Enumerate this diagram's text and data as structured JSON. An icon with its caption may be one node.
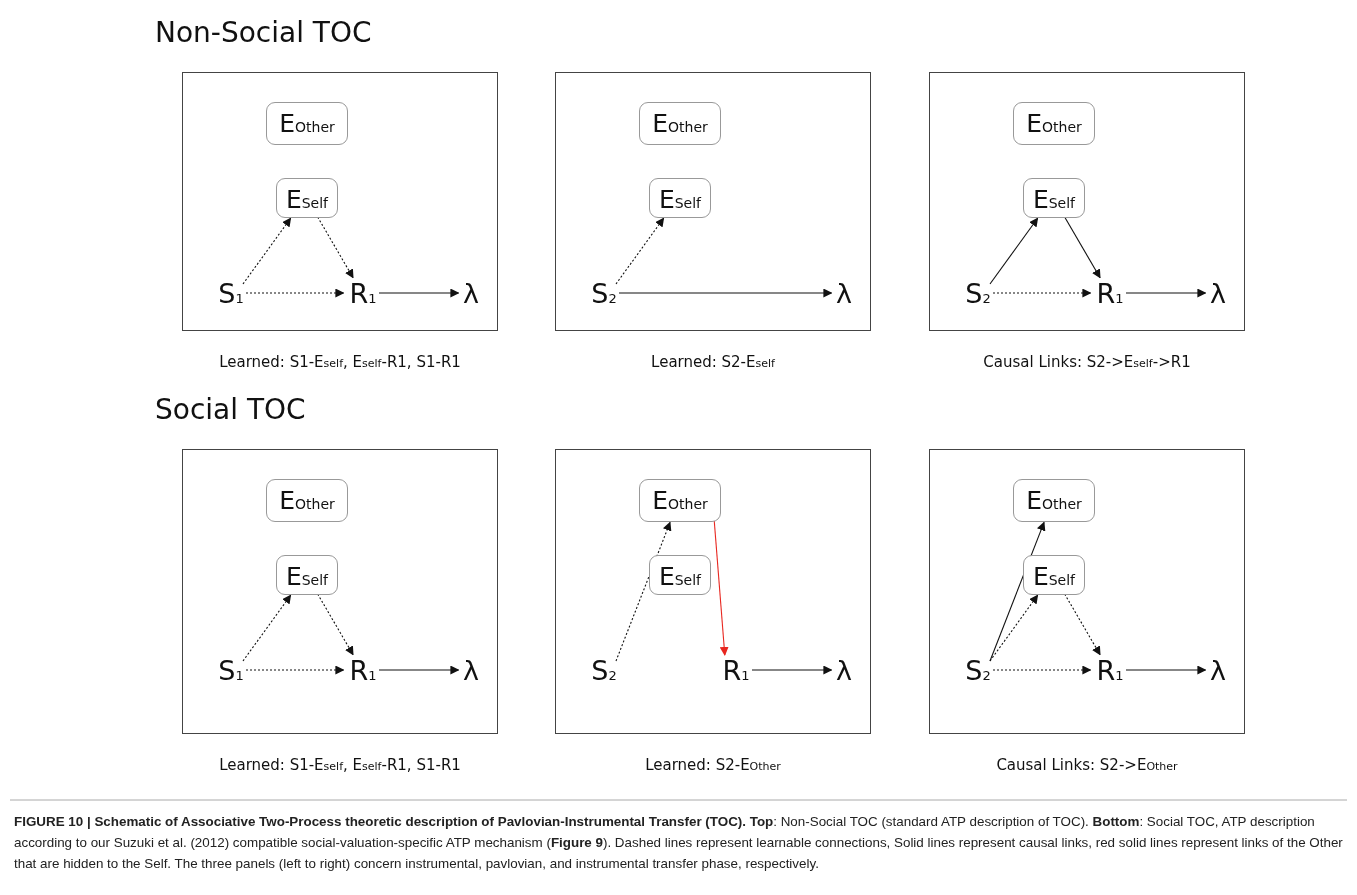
{
  "diagram": {
    "caption": "**FIGURE 10 | Schematic of Associative Two-Process theoretic description of Pavlovian-Instrumental Transfer (TOC). Top**: Non-Social TOC (standard ATP description of TOC). **Bottom**: Social TOC, ATP description according to our Suzuki et al. (2012) compatible social-valuation-specific ATP mechanism (**Figure 9**). Dashed lines represent learnable connections, Solid lines represent causal links, red solid lines represent links of the Other that are hidden to the Self. The three panels (left to right) concern instrumental, pavlovian, and instrumental transfer phase, respectively.",
    "nodes": [
      {
        "text": [],
        "shape": "box",
        "beside": [
          "Learned: S1-E$_{self}$, E$_{self}$-R1, S1-R1"
        ]
      },
      {
        "text": [
          "E$_{Other}$"
        ],
        "in": 0
      },
      {
        "text": [
          "E$_{Self}$"
        ],
        "in": 0
      },
      {
        "text": [
          "S$_{1}$"
        ],
        "in": 0
      },
      {
        "text": [
          "R$_{1}$"
        ],
        "in": 0
      },
      {
        "text": [
          "λ"
        ],
        "in": 0
      },
      {
        "text": [],
        "shape": "box",
        "beside": [
          "Learned: S2-E$_{self}$"
        ]
      },
      {
        "text": [
          "E$_{Other}$"
        ],
        "in": 6
      },
      {
        "text": [
          "E$_{Self}$"
        ],
        "in": 6
      },
      {
        "text": [
          "S$_{2}$"
        ],
        "in": 6
      },
      {
        "text": [
          "λ"
        ],
        "in": 6
      },
      {
        "text": [],
        "shape": "box",
        "beside": [
          "Causal Links: S2->E$_{self}$->R1"
        ]
      },
      {
        "text": [
          "E$_{Other}$"
        ],
        "in": 11
      },
      {
        "text": [
          "E$_{Self}$"
        ],
        "in": 11
      },
      {
        "text": [
          "S$_{2}$"
        ],
        "in": 11
      },
      {
        "text": [
          "R$_{1}$"
        ],
        "in": 11
      },
      {
        "text": [
          "λ"
        ],
        "in": 11
      },
      {
        "text": [],
        "shape": "box",
        "beside": [
          "Learned: S1-E$_{self}$, E$_{self}$-R1, S1-R1"
        ]
      },
      {
        "text": [
          "E$_{Other}$"
        ],
        "in": 17
      },
      {
        "text": [
          "E$_{Self}$"
        ],
        "in": 17
      },
      {
        "text": [
          "S$_{1}$"
        ],
        "in": 17
      },
      {
        "text": [
          "R$_{1}$"
        ],
        "in": 17
      },
      {
        "text": [
          "λ"
        ],
        "in": 17
      },
      {
        "text": [],
        "shape": "box",
        "beside": [
          "Learned: S2-E$_{Other}$"
        ]
      },
      {
        "text": [
          "E$_{Other}$"
        ],
        "in": 23
      },
      {
        "text": [
          "E$_{Self}$"
        ],
        "in": 23
      },
      {
        "text": [
          "S$_{2}$"
        ],
        "in": 23
      },
      {
        "text": [
          "R$_{1}$"
        ],
        "in": 23
      },
      {
        "text": [
          "λ"
        ],
        "in": 23
      },
      {
        "text": [],
        "shape": "box",
        "beside": [
          "Causal Links: S2->E$_{Other}$"
        ]
      },
      {
        "text": [
          "E$_{Other}$"
        ],
        "in": 29
      },
      {
        "text": [
          "E$_{Self}$"
        ],
        "in": 29
      },
      {
        "text": [
          "S$_{2}$"
        ],
        "in": 29
      },
      {
        "text": [
          "R$_{1}$"
        ],
        "in": 29
      },
      {
        "text": [
          "λ"
        ],
        "in": 29
      }
    ],
    "edges": [
      {
        "from": 3,
        "to": 2,
        "arrow": "to",
        "style": "dashed"
      },
      {
        "from": 2,
        "to": 4,
        "arrow": "to",
        "style": "dashed"
      },
      {
        "from": 3,
        "to": 4,
        "arrow": "to",
        "style": "dashed"
      },
      {
        "from": 4,
        "to": 5,
        "arrow": "to"
      },
      {
        "from": 9,
        "to": 8,
        "arrow": "to",
        "style": "dashed"
      },
      {
        "from": 9,
        "to": 10,
        "arrow": "to"
      },
      {
        "from": 14,
        "to": 13,
        "arrow": "to"
      },
      {
        "from": 13,
        "to": 15,
        "arrow": "to"
      },
      {
        "from": 14,
        "to": 15,
        "arrow": "to",
        "style": "dashed"
      },
      {
        "from": 15,
        "to": 16,
        "arrow": "to"
      },
      {
        "from": 20,
        "to": 19,
        "arrow": "to",
        "style": "dashed"
      },
      {
        "from": 19,
        "to": 21,
        "arrow": "to",
        "style": "dashed"
      },
      {
        "from": 20,
        "to": 21,
        "arrow": "to",
        "style": "dashed"
      },
      {
        "from": 21,
        "to": 22,
        "arrow": "to"
      },
      {
        "from": 26,
        "to": 24,
        "arrow": "to",
        "style": "dashed"
      },
      {
        "from": 24,
        "to": 27,
        "arrow": "to",
        "color": "#e8261f"
      },
      {
        "from": 27,
        "to": 28,
        "arrow": "to"
      },
      {
        "from": 32,
        "to": 30,
        "arrow": "to"
      },
      {
        "from": 32,
        "to": 31,
        "arrow": "to",
        "style": "dashed"
      },
      {
        "from": 31,
        "to": 33,
        "arrow": "to",
        "style": "dashed"
      },
      {
        "from": 32,
        "to": 33,
        "arrow": "to",
        "style": "dashed"
      },
      {
        "from": 33,
        "to": 34,
        "arrow": "to"
      }
    ],
    "labels": [
      "Non-Social TOC",
      "Social TOC"
    ]
  }
}
